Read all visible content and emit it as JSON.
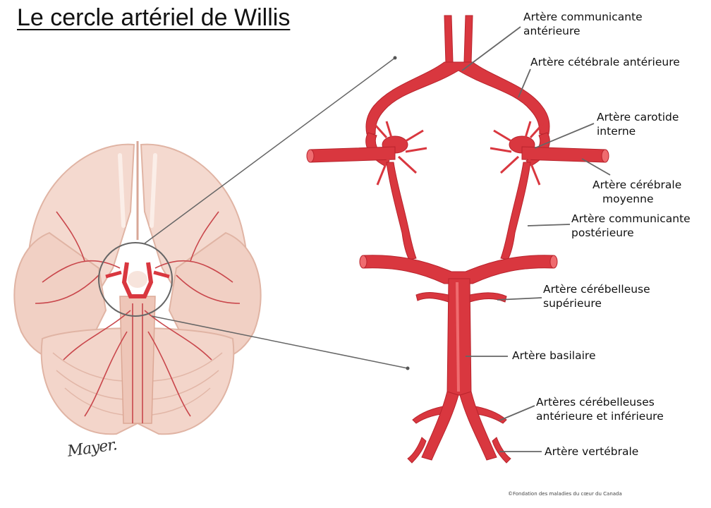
{
  "title": "Le cercle artériel de Willis",
  "labels": {
    "acom_1": "Artère communicante",
    "acom_2": "antérieure",
    "aca": "Artère cétébrale antérieure",
    "ica_1": "Artère carotide",
    "ica_2": "interne",
    "mca_1": "Artère cérébrale",
    "mca_2": "moyenne",
    "pcom_1": "Artère communicante",
    "pcom_2": "postérieure",
    "sca_1": "Artère cérébelleuse",
    "sca_2": "supérieure",
    "basilar": "Artère basilaire",
    "aica_1": "Artères cérébelleuses",
    "aica_2": "antérieure et inférieure",
    "vertebral": "Artère vertébrale"
  },
  "signature": "Mayer.",
  "copyright": "©Fondation des maladies du cœur du Canada",
  "colors": {
    "artery": "#d9373f",
    "artery_dark": "#b8232c",
    "artery_light": "#ef6b6f",
    "brain": "#f4d9cf",
    "brain_dark": "#e6b9aa",
    "leader": "#666666"
  }
}
